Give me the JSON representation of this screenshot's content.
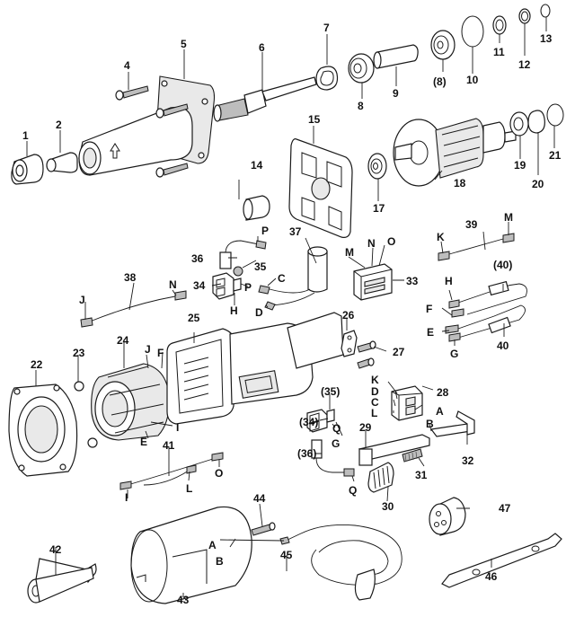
{
  "diagram": {
    "type": "exploded-parts-diagram",
    "parts": [
      {
        "id": "1",
        "label": "1"
      },
      {
        "id": "2",
        "label": "2"
      },
      {
        "id": "4",
        "label": "4"
      },
      {
        "id": "5",
        "label": "5"
      },
      {
        "id": "6",
        "label": "6"
      },
      {
        "id": "7",
        "label": "7"
      },
      {
        "id": "8",
        "label": "8"
      },
      {
        "id": "9",
        "label": "9"
      },
      {
        "id": "8b",
        "label": "(8)"
      },
      {
        "id": "10",
        "label": "10"
      },
      {
        "id": "11",
        "label": "11"
      },
      {
        "id": "12",
        "label": "12"
      },
      {
        "id": "13",
        "label": "13"
      },
      {
        "id": "14",
        "label": "14"
      },
      {
        "id": "15",
        "label": "15"
      },
      {
        "id": "17",
        "label": "17"
      },
      {
        "id": "18",
        "label": "18"
      },
      {
        "id": "19",
        "label": "19"
      },
      {
        "id": "20",
        "label": "20"
      },
      {
        "id": "21",
        "label": "21"
      },
      {
        "id": "22",
        "label": "22"
      },
      {
        "id": "23",
        "label": "23"
      },
      {
        "id": "24",
        "label": "24"
      },
      {
        "id": "25",
        "label": "25"
      },
      {
        "id": "26",
        "label": "26"
      },
      {
        "id": "27",
        "label": "27"
      },
      {
        "id": "28",
        "label": "28"
      },
      {
        "id": "29",
        "label": "29"
      },
      {
        "id": "30",
        "label": "30"
      },
      {
        "id": "31",
        "label": "31"
      },
      {
        "id": "32",
        "label": "32"
      },
      {
        "id": "33",
        "label": "33"
      },
      {
        "id": "34",
        "label": "34"
      },
      {
        "id": "34b",
        "label": "(34)"
      },
      {
        "id": "35",
        "label": "35"
      },
      {
        "id": "35b",
        "label": "(35)"
      },
      {
        "id": "36",
        "label": "36"
      },
      {
        "id": "36b",
        "label": "(36)"
      },
      {
        "id": "37",
        "label": "37"
      },
      {
        "id": "38",
        "label": "38"
      },
      {
        "id": "39",
        "label": "39"
      },
      {
        "id": "40",
        "label": "40"
      },
      {
        "id": "40b",
        "label": "(40)"
      },
      {
        "id": "41",
        "label": "41"
      },
      {
        "id": "42",
        "label": "42"
      },
      {
        "id": "43",
        "label": "43"
      },
      {
        "id": "44",
        "label": "44"
      },
      {
        "id": "45",
        "label": "45"
      },
      {
        "id": "46",
        "label": "46"
      },
      {
        "id": "47",
        "label": "47"
      }
    ],
    "wire_letters": {
      "p36": "P",
      "p35": "P",
      "h34": "H",
      "c37": "C",
      "d37": "D",
      "m33": "M",
      "n33": "N",
      "o33": "O",
      "k39": "K",
      "m39": "M",
      "h40": "H",
      "f40": "F",
      "e40": "E",
      "g40": "G",
      "j38": "J",
      "n38": "N",
      "j24": "J",
      "f24": "F",
      "i24": "I",
      "e24": "E",
      "i41a": "I",
      "l41": "L",
      "o41": "O",
      "k28": "K",
      "d28": "D",
      "c28": "C",
      "l28": "L",
      "a28": "A",
      "b28": "B",
      "q34": "Q",
      "g34": "G",
      "q36": "Q",
      "a45": "A",
      "b45": "B"
    }
  }
}
